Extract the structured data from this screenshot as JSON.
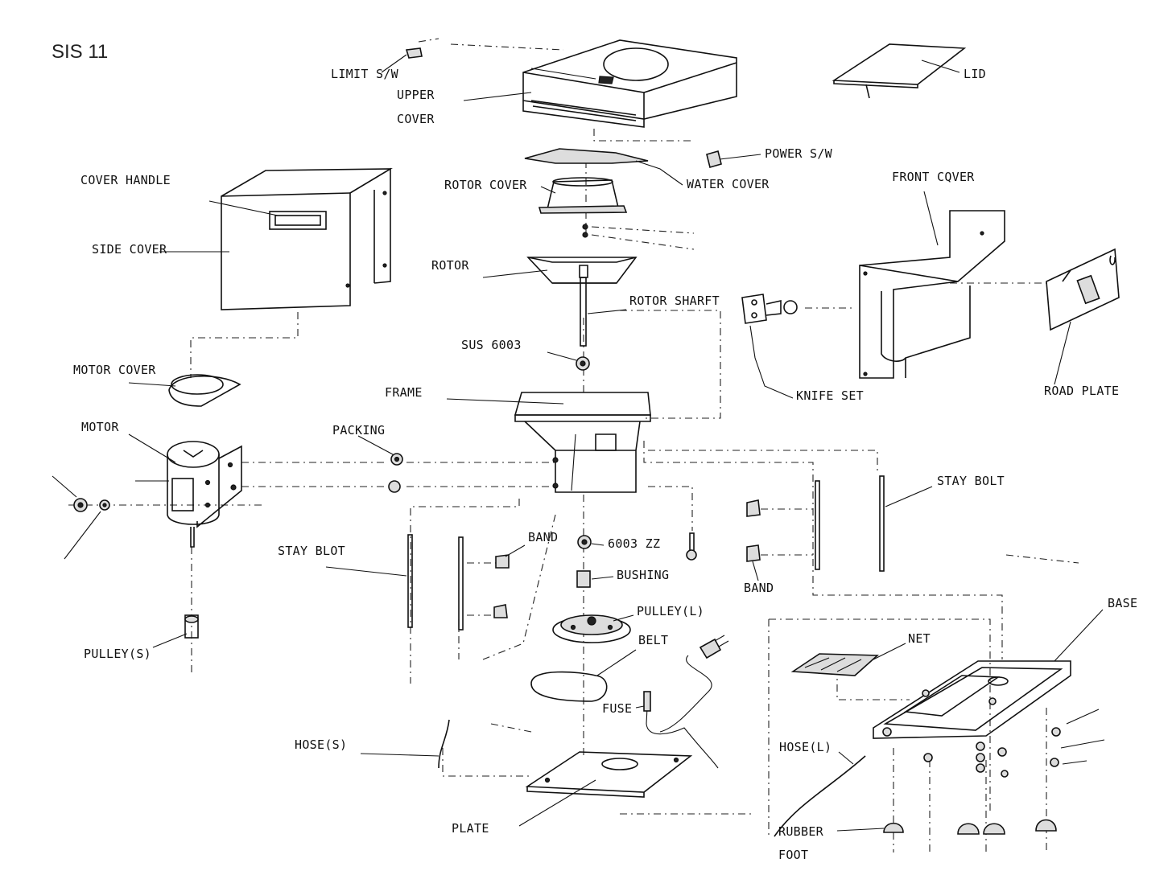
{
  "title": "SIS 11",
  "labels": {
    "limit_sw": "LIMIT S/W",
    "upper_cover_1": "UPPER",
    "upper_cover_2": "COVER",
    "lid": "LID",
    "power_sw": "POWER S/W",
    "cover_handle": "COVER HANDLE",
    "rotor_cover": "ROTOR COVER",
    "water_cover": "WATER COVER",
    "front_cover": "FRONT CQVER",
    "side_cover": "SIDE COVER",
    "rotor": "ROTOR",
    "rotor_shaft": "ROTOR SHARFT",
    "sus_6003": "SUS 6003",
    "knife_set": "KNIFE SET",
    "road_plate": "ROAD PLATE",
    "motor_cover": "MOTOR COVER",
    "frame": "FRAME",
    "motor": "MOTOR",
    "packing": "PACKING",
    "stay_bolt": "STAY BOLT",
    "band_left": "BAND",
    "bearing_6003zz": "6003 ZZ",
    "stay_blot": "STAY BLOT",
    "bushing": "BUSHING",
    "band_right": "BAND",
    "base": "BASE",
    "pulley_l": "PULLEY(L)",
    "belt": "BELT",
    "net": "NET",
    "pulley_s": "PULLEY(S)",
    "fuse": "FUSE",
    "hose_s": "HOSE(S)",
    "hose_l": "HOSE(L)",
    "rubber_foot_1": "RUBBER",
    "rubber_foot_2": "FOOT",
    "plate": "PLATE"
  },
  "icons": {
    "upper_cover": "upper-cover-drawing",
    "lid": "lid-drawing",
    "side_cover": "side-cover-drawing",
    "motor": "motor-drawing",
    "frame": "frame-drawing",
    "front_cover": "front-cover-drawing",
    "base": "base-drawing",
    "plate": "plate-drawing"
  }
}
